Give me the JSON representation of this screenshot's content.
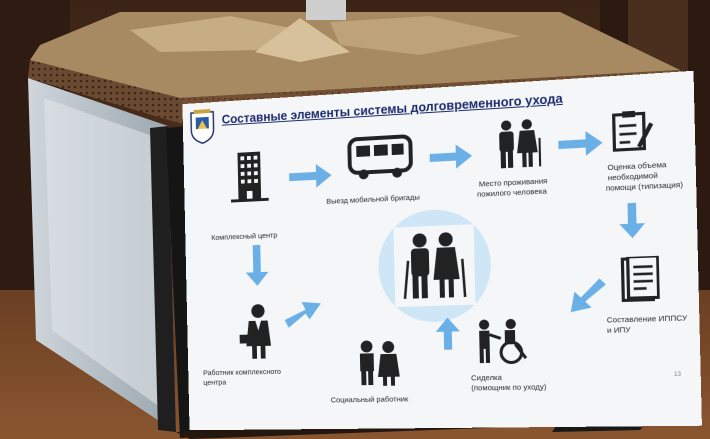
{
  "slide": {
    "title": "Составные элементы системы долговременного ухода",
    "labels": {
      "complex_center": "Комплексный центр",
      "mobile_team": "Выезд мобильной бригады",
      "residence_line1": "Место проживания",
      "residence_line2": "пожилого человека",
      "assessment_line1": "Оценка объема",
      "assessment_line2": "необходимой",
      "assessment_line3": "помощи (типизация)",
      "worker_line1": "Работник комплексного",
      "worker_line2": "центра",
      "social_worker": "Социальный работник",
      "caregiver_line1": "Сиделка",
      "caregiver_line2": "(помощник по уходу)",
      "ippsu_line1": "Составление ИППСУ",
      "ippsu_line2": "и ИПУ"
    },
    "page_number": "13",
    "colors": {
      "title": "#1c2b6d",
      "arrow": "#6ab0e6",
      "center_circle": "#cfe6f7",
      "icon": "#222222"
    },
    "icons": [
      "coat-of-arms-icon",
      "building-icon",
      "bus-icon",
      "elderly-couple-icon",
      "checklist-icon",
      "document-icon",
      "wheelchair-icon",
      "social-worker-icon",
      "office-worker-icon",
      "elderly-couple-center-icon"
    ]
  }
}
